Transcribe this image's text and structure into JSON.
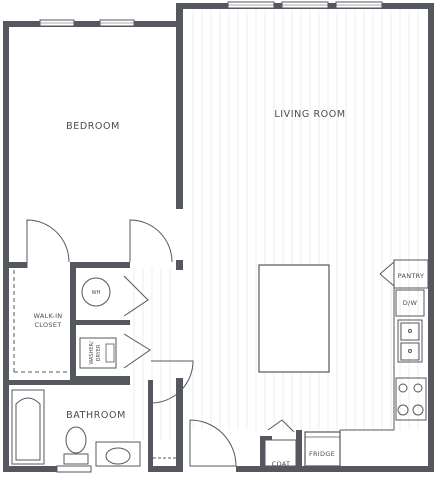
{
  "rooms": {
    "bedroom": "BEDROOM",
    "living_room": "LIVING ROOM",
    "walk_in_closet_line1": "WALK-IN",
    "walk_in_closet_line2": "CLOSET",
    "bathroom": "BATHROOM"
  },
  "fixtures": {
    "water_heater": "WH",
    "washer_dryer_line1": "WASHER/",
    "washer_dryer_line2": "DRYER",
    "pantry": "PANTRY",
    "dishwasher": "D/W",
    "coat": "COAT",
    "fridge": "FRIDGE"
  },
  "colors": {
    "wall": "#55575e",
    "floor_lines": "#e4e4e6",
    "background": "#ffffff"
  }
}
